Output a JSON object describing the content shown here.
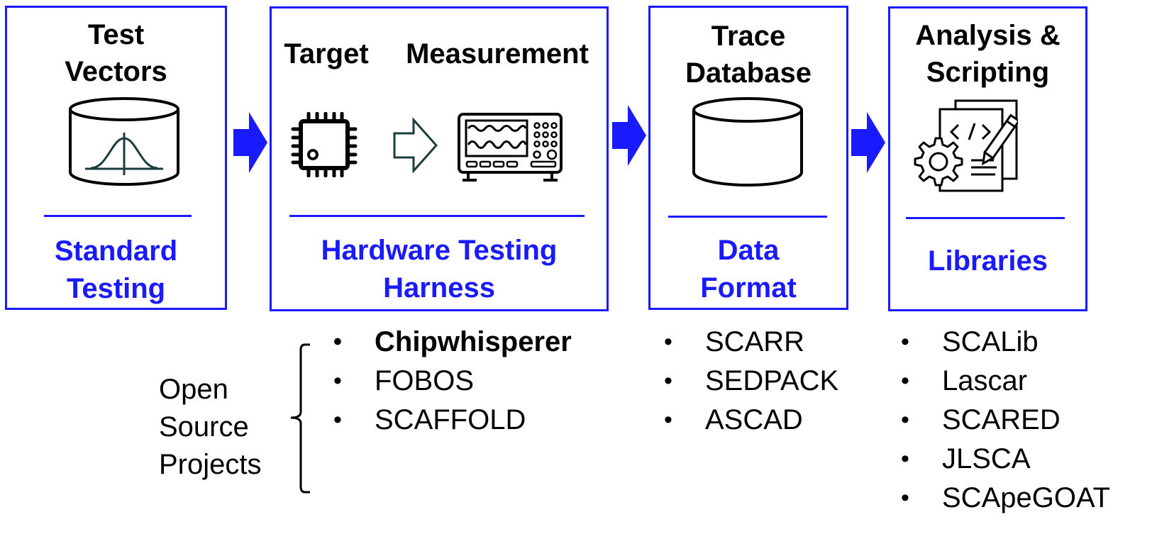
{
  "colors": {
    "accent": "#1a1aff",
    "text": "#000000",
    "background": "#ffffff"
  },
  "stages": [
    {
      "title_line1": "Test",
      "title_line2": "Vectors",
      "label_line1": "Standard",
      "label_line2": "Testing",
      "icon": "database-bell-curve-icon"
    },
    {
      "sub_left": "Target",
      "sub_right": "Measurement",
      "label_line1": "Hardware Testing",
      "label_line2": "Harness",
      "icons": [
        "chip-icon",
        "arrow-right-outline-icon",
        "oscilloscope-icon"
      ]
    },
    {
      "title_line1": "Trace",
      "title_line2": "Database",
      "label_line1": "Data",
      "label_line2": "Format",
      "icon": "database-icon"
    },
    {
      "title_line1": "Analysis &",
      "title_line2": "Scripting",
      "label": "Libraries",
      "icon": "code-document-gear-icon"
    }
  ],
  "open_source": {
    "label_line1": "Open",
    "label_line2": "Source",
    "label_line3": "Projects",
    "hardware_projects": [
      "Chipwhisperer",
      "FOBOS",
      "SCAFFOLD"
    ],
    "data_format_projects": [
      "SCARR",
      "SEDPACK",
      "ASCAD"
    ],
    "library_projects": [
      "SCALib",
      "Lascar",
      "SCARED",
      "JLSCA",
      "SCApeGOAT"
    ]
  }
}
